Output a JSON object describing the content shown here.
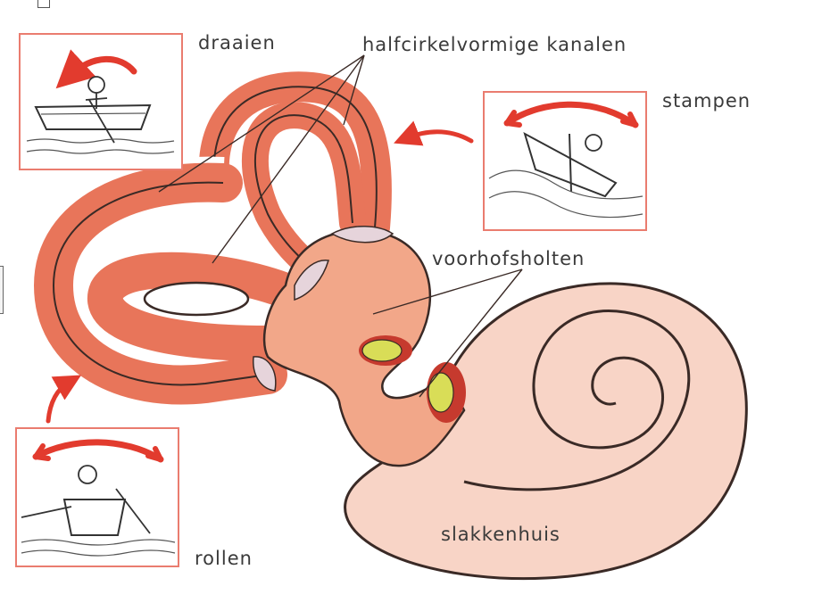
{
  "labels": {
    "draaien": "draaien",
    "kanalen": "halfcirkelvormige kanalen",
    "stampen": "stampen",
    "voorhof": "voorhofsholten",
    "slakkenhuis": "slakkenhuis",
    "rollen": "rollen"
  },
  "colors": {
    "canal": "#e8755a",
    "canal_inner": "#f3a188",
    "vestibule": "#f2a789",
    "cochlea": "#f8d4c6",
    "frame": "#ea7c6f",
    "arrow": "#e23b2e",
    "outline": "#3a2a26",
    "otolith": "#d9dd57"
  }
}
